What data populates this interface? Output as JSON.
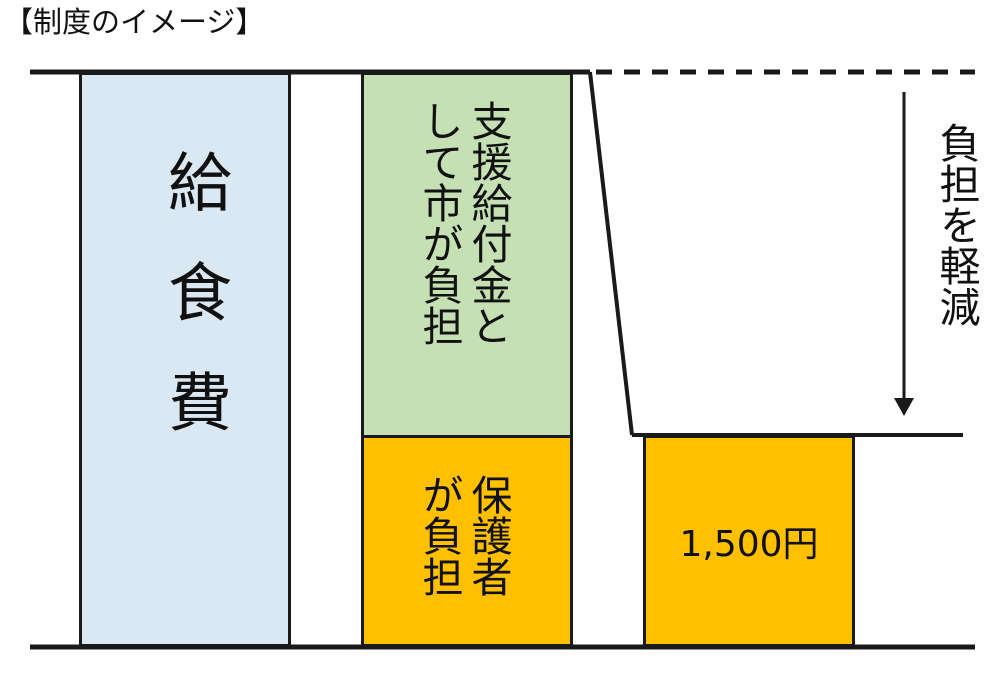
{
  "title": "【制度のイメージ】",
  "columns": {
    "meal_cost": {
      "label": "給食費",
      "color": "#dae8f4"
    },
    "current": {
      "city_support": {
        "label_line1": "支援給付金と",
        "label_line2": "して市が負担",
        "color": "#c5e0b3"
      },
      "guardian": {
        "label_line1": "保護者",
        "label_line2": "が負担",
        "color": "#ffc000"
      }
    },
    "after": {
      "amount": "1,500円",
      "color": "#ffc000"
    }
  },
  "arrow_label": "負担を軽減"
}
